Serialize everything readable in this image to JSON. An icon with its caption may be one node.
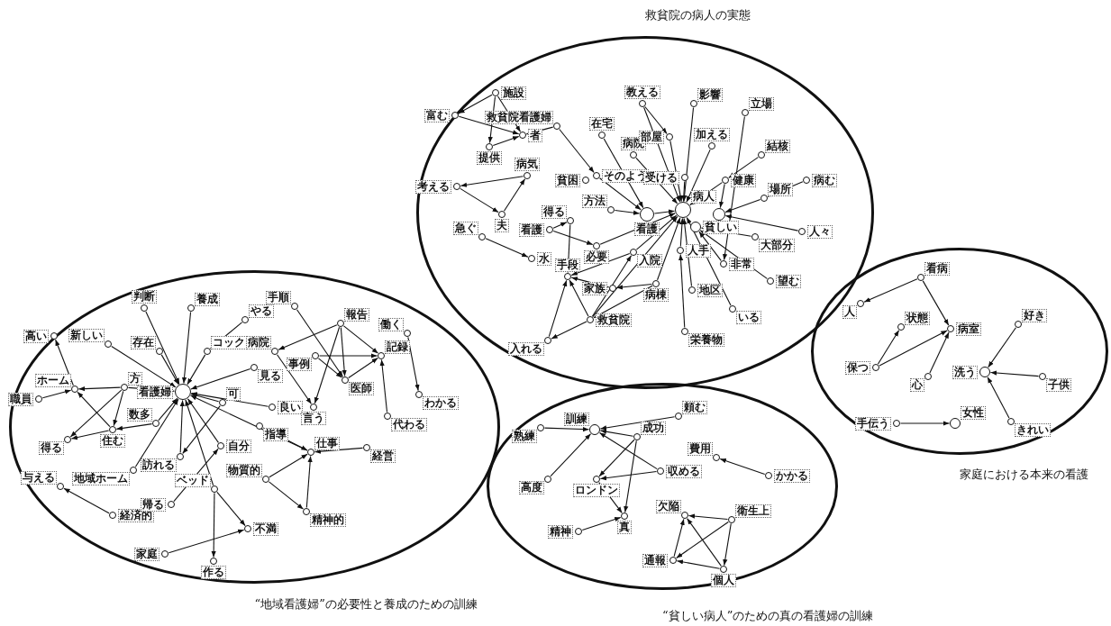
{
  "diagram": {
    "nodes": [
      {
        "text": [
          "救貧院の病人の実態"
        ]
      },
      {
        "text": [
          "“地域看護婦”の必要性と養成のための訓練"
        ]
      },
      {
        "text": [
          "“貧しい病人”のための真の看護婦の訓練"
        ]
      },
      {
        "text": [
          "家庭における本来の看護"
        ]
      },
      {
        "text": [
          "施設"
        ],
        "in": 0
      },
      {
        "text": [
          "富む"
        ],
        "in": 0
      },
      {
        "text": [
          "救貧院看護婦"
        ],
        "in": 0
      },
      {
        "text": [
          "者"
        ],
        "in": 0
      },
      {
        "text": [
          "提供"
        ],
        "in": 0
      },
      {
        "text": [
          "考える"
        ],
        "in": 0
      },
      {
        "text": [
          "病気"
        ],
        "in": 0
      },
      {
        "text": [
          "夫"
        ],
        "in": 0
      },
      {
        "text": [
          "急ぐ"
        ],
        "in": 0
      },
      {
        "text": [
          "水"
        ],
        "in": 0
      },
      {
        "text": [
          "得る"
        ],
        "in": 0
      },
      {
        "text": [
          "看護"
        ],
        "in": 0
      },
      {
        "text": [
          "必要"
        ],
        "in": 0
      },
      {
        "text": [
          "手段"
        ],
        "in": 0
      },
      {
        "text": [
          "入れる"
        ],
        "in": 0
      },
      {
        "text": [
          "救貧院"
        ],
        "in": 0
      },
      {
        "text": [
          "家族"
        ],
        "in": 0
      },
      {
        "text": [
          "病棟"
        ],
        "in": 0
      },
      {
        "text": [
          "入院"
        ],
        "in": 0
      },
      {
        "text": [
          "方法"
        ],
        "in": 0
      },
      {
        "text": [
          "貧困"
        ],
        "in": 0
      },
      {
        "text": [
          "そのよう"
        ],
        "in": 0
      },
      {
        "text": [
          "在宅"
        ],
        "in": 0
      },
      {
        "text": [
          "病院"
        ],
        "in": 0
      },
      {
        "text": [
          "教える"
        ],
        "in": 0
      },
      {
        "text": [
          "看護"
        ],
        "in": 0
      },
      {
        "text": [
          "病人"
        ],
        "in": 0
      },
      {
        "text": [
          "貧しい"
        ],
        "in": 0
      },
      {
        "text": [
          "影響"
        ],
        "in": 0
      },
      {
        "text": [
          "部屋"
        ],
        "in": 0
      },
      {
        "text": [
          "立場"
        ],
        "in": 0
      },
      {
        "text": [
          "加える"
        ],
        "in": 0
      },
      {
        "text": [
          "受ける"
        ],
        "in": 0
      },
      {
        "text": [
          "健康"
        ],
        "in": 0
      },
      {
        "text": [
          "結核"
        ],
        "in": 0
      },
      {
        "text": [
          "病む"
        ],
        "in": 0
      },
      {
        "text": [
          "場所"
        ],
        "in": 0
      },
      {
        "text": [],
        "shape": "circle",
        "in": 0
      },
      {
        "text": [
          "人々"
        ],
        "in": 0
      },
      {
        "text": [
          "大部分"
        ],
        "in": 0
      },
      {
        "text": [
          "非常"
        ],
        "in": 0
      },
      {
        "text": [
          "望む"
        ],
        "in": 0
      },
      {
        "text": [
          "地区"
        ],
        "in": 0
      },
      {
        "text": [
          "いる"
        ],
        "in": 0
      },
      {
        "text": [
          "栄養物"
        ],
        "in": 0
      },
      {
        "text": [
          "人手"
        ],
        "in": 0
      },
      {
        "text": [
          "看護婦"
        ],
        "in": 1
      },
      {
        "text": [
          "判断"
        ],
        "in": 1
      },
      {
        "text": [
          "養成"
        ],
        "in": 1
      },
      {
        "text": [
          "やる"
        ],
        "in": 1
      },
      {
        "text": [
          "手順"
        ],
        "in": 1
      },
      {
        "text": [
          "新しい"
        ],
        "in": 1
      },
      {
        "text": [
          "存在"
        ],
        "in": 1
      },
      {
        "text": [
          "コック"
        ],
        "in": 1
      },
      {
        "text": [
          "高い"
        ],
        "in": 1
      },
      {
        "text": [
          "ホーム"
        ],
        "in": 1
      },
      {
        "text": [
          "職員"
        ],
        "in": 1
      },
      {
        "text": [
          "方"
        ],
        "in": 1
      },
      {
        "text": [
          "得る"
        ],
        "in": 1
      },
      {
        "text": [
          "住む"
        ],
        "in": 1
      },
      {
        "text": [
          "数多"
        ],
        "in": 1
      },
      {
        "text": [
          "地域ホーム"
        ],
        "in": 1
      },
      {
        "text": [
          "訪れる"
        ],
        "in": 1
      },
      {
        "text": [
          "見る"
        ],
        "in": 1
      },
      {
        "text": [
          "可"
        ],
        "in": 1
      },
      {
        "text": [
          "良い"
        ],
        "in": 1
      },
      {
        "text": [
          "指導"
        ],
        "in": 1
      },
      {
        "text": [
          "自分"
        ],
        "in": 1
      },
      {
        "text": [
          "ベッド"
        ],
        "in": 1
      },
      {
        "text": [
          "物質的"
        ],
        "in": 1
      },
      {
        "text": [
          "与える"
        ],
        "in": 1
      },
      {
        "text": [
          "経済的"
        ],
        "in": 1
      },
      {
        "text": [
          "帰る"
        ],
        "in": 1
      },
      {
        "text": [
          "不満"
        ],
        "in": 1
      },
      {
        "text": [
          "家庭"
        ],
        "in": 1
      },
      {
        "text": [
          "作る"
        ],
        "in": 1
      },
      {
        "text": [
          "病院"
        ],
        "in": 1
      },
      {
        "text": [
          "報告"
        ],
        "in": 1
      },
      {
        "text": [
          "事例"
        ],
        "in": 1
      },
      {
        "text": [
          "記録"
        ],
        "in": 1
      },
      {
        "text": [
          "医師"
        ],
        "in": 1
      },
      {
        "text": [
          "言う"
        ],
        "in": 1
      },
      {
        "text": [
          "代わる"
        ],
        "in": 1
      },
      {
        "text": [
          "働く"
        ],
        "in": 1
      },
      {
        "text": [
          "わかる"
        ],
        "in": 1
      },
      {
        "text": [
          "仕事"
        ],
        "in": 1
      },
      {
        "text": [
          "経営"
        ],
        "in": 1
      },
      {
        "text": [
          "精神的"
        ],
        "in": 1
      },
      {
        "text": [
          "訓練"
        ],
        "in": 2
      },
      {
        "text": [
          "熟練"
        ],
        "in": 2
      },
      {
        "text": [
          "成功"
        ],
        "in": 2
      },
      {
        "text": [
          "頼む"
        ],
        "in": 2
      },
      {
        "text": [
          "高度"
        ],
        "in": 2
      },
      {
        "text": [
          "ロンドン"
        ],
        "in": 2
      },
      {
        "text": [
          "収める"
        ],
        "in": 2
      },
      {
        "text": [
          "真"
        ],
        "in": 2
      },
      {
        "text": [
          "精神"
        ],
        "in": 2
      },
      {
        "text": [
          "費用"
        ],
        "in": 2
      },
      {
        "text": [
          "かかる"
        ],
        "in": 2
      },
      {
        "text": [
          "欠陥"
        ],
        "in": 2
      },
      {
        "text": [
          "衛生上"
        ],
        "in": 2
      },
      {
        "text": [
          "通報"
        ],
        "in": 2
      },
      {
        "text": [
          "個人"
        ],
        "in": 2
      },
      {
        "text": [
          "看病"
        ],
        "in": 3
      },
      {
        "text": [
          "人"
        ],
        "in": 3
      },
      {
        "text": [
          "状態"
        ],
        "in": 3
      },
      {
        "text": [
          "病室"
        ],
        "in": 3
      },
      {
        "text": [
          "保つ"
        ],
        "in": 3
      },
      {
        "text": [
          "心"
        ],
        "in": 3
      },
      {
        "text": [
          "好き"
        ],
        "in": 3
      },
      {
        "text": [
          "洗う"
        ],
        "in": 3
      },
      {
        "text": [
          "子供"
        ],
        "in": 3
      },
      {
        "text": [
          "手伝う"
        ],
        "in": 3
      },
      {
        "text": [
          "女性"
        ],
        "in": 3
      },
      {
        "text": [
          "きれい"
        ],
        "in": 3
      }
    ],
    "edges": [
      {
        "from": 4,
        "to": 5,
        "arrow": "to"
      },
      {
        "from": 4,
        "to": 8,
        "arrow": "to"
      },
      {
        "from": 4,
        "to": 7,
        "arrow": "to"
      },
      {
        "from": 5,
        "to": 7,
        "arrow": "to"
      },
      {
        "from": 8,
        "to": 7,
        "arrow": "to"
      },
      {
        "from": 6,
        "to": 7,
        "arrow": "to"
      },
      {
        "from": 10,
        "to": 9,
        "arrow": "to"
      },
      {
        "from": 11,
        "to": 10,
        "arrow": "to"
      },
      {
        "from": 9,
        "to": 11,
        "arrow": "to"
      },
      {
        "from": 12,
        "to": 13,
        "arrow": "to"
      },
      {
        "from": 14,
        "to": 17,
        "arrow": "to"
      },
      {
        "from": 15,
        "to": 16,
        "arrow": "to"
      },
      {
        "from": 15,
        "to": 14,
        "arrow": "to"
      },
      {
        "from": 18,
        "to": 17,
        "arrow": "to"
      },
      {
        "from": 19,
        "to": 17,
        "arrow": "to"
      },
      {
        "from": 19,
        "to": 18,
        "arrow": "to"
      },
      {
        "from": 20,
        "to": 17,
        "arrow": "to"
      },
      {
        "from": 19,
        "to": 22,
        "arrow": "to"
      },
      {
        "from": 21,
        "to": 19,
        "arrow": "to"
      },
      {
        "from": 21,
        "to": 20,
        "arrow": "to"
      },
      {
        "from": 22,
        "to": 17,
        "arrow": "to"
      },
      {
        "from": 6,
        "to": 25,
        "arrow": "to"
      },
      {
        "from": 25,
        "to": 29,
        "arrow": "to"
      },
      {
        "from": 23,
        "to": 29,
        "arrow": "to"
      },
      {
        "from": 26,
        "to": 29,
        "arrow": "to"
      },
      {
        "from": 27,
        "to": 30,
        "arrow": "to"
      },
      {
        "from": 28,
        "to": 33,
        "arrow": "to"
      },
      {
        "from": 28,
        "to": 30,
        "arrow": "to"
      },
      {
        "from": 32,
        "to": 30,
        "arrow": "to"
      },
      {
        "from": 33,
        "to": 30,
        "arrow": "to"
      },
      {
        "from": 34,
        "to": 44,
        "arrow": "to"
      },
      {
        "from": 35,
        "to": 30,
        "arrow": "to"
      },
      {
        "from": 36,
        "to": 30,
        "arrow": "to"
      },
      {
        "from": 37,
        "to": 30,
        "arrow": "to"
      },
      {
        "from": 38,
        "to": 37,
        "arrow": "to"
      },
      {
        "from": 39,
        "to": 40,
        "arrow": "to"
      },
      {
        "from": 40,
        "to": 41,
        "arrow": "to"
      },
      {
        "from": 42,
        "to": 41,
        "arrow": "to"
      },
      {
        "from": 43,
        "to": 31,
        "arrow": "to"
      },
      {
        "from": 44,
        "to": 31,
        "arrow": "to"
      },
      {
        "from": 45,
        "to": 31,
        "arrow": "to"
      },
      {
        "from": 46,
        "to": 30,
        "arrow": "to"
      },
      {
        "from": 47,
        "to": 30,
        "arrow": "to"
      },
      {
        "from": 48,
        "to": 49,
        "arrow": "to"
      },
      {
        "from": 49,
        "to": 30,
        "arrow": "to"
      },
      {
        "from": 29,
        "to": 30,
        "arrow": "to"
      },
      {
        "from": 22,
        "to": 30,
        "arrow": "to"
      },
      {
        "from": 16,
        "to": 30,
        "arrow": "to"
      },
      {
        "from": 21,
        "to": 30,
        "arrow": "to"
      },
      {
        "from": 19,
        "to": 30,
        "arrow": "to"
      },
      {
        "from": 37,
        "to": 41,
        "arrow": "to"
      },
      {
        "from": 51,
        "to": 50,
        "arrow": "to"
      },
      {
        "from": 52,
        "to": 50,
        "arrow": "to"
      },
      {
        "from": 55,
        "to": 50,
        "arrow": "to"
      },
      {
        "from": 56,
        "to": 50,
        "arrow": "to"
      },
      {
        "from": 57,
        "to": 50,
        "arrow": "to"
      },
      {
        "from": 53,
        "to": 57,
        "arrow": "to"
      },
      {
        "from": 67,
        "to": 50,
        "arrow": "to"
      },
      {
        "from": 68,
        "to": 50,
        "arrow": "to"
      },
      {
        "from": 69,
        "to": 50,
        "arrow": "to"
      },
      {
        "from": 70,
        "to": 89,
        "arrow": "to"
      },
      {
        "from": 71,
        "to": 50,
        "arrow": "to"
      },
      {
        "from": 66,
        "to": 50,
        "arrow": "to"
      },
      {
        "from": 65,
        "to": 50,
        "arrow": "to"
      },
      {
        "from": 72,
        "to": 50,
        "arrow": "to"
      },
      {
        "from": 61,
        "to": 50,
        "arrow": "to"
      },
      {
        "from": 64,
        "to": 50,
        "arrow": "to"
      },
      {
        "from": 61,
        "to": 59,
        "arrow": "to"
      },
      {
        "from": 61,
        "to": 63,
        "arrow": "to"
      },
      {
        "from": 61,
        "to": 62,
        "arrow": "to"
      },
      {
        "from": 63,
        "to": 59,
        "arrow": "to"
      },
      {
        "from": 63,
        "to": 62,
        "arrow": "to"
      },
      {
        "from": 64,
        "to": 63,
        "arrow": "to"
      },
      {
        "from": 59,
        "to": 58,
        "arrow": "to"
      },
      {
        "from": 60,
        "to": 59,
        "arrow": "to"
      },
      {
        "from": 75,
        "to": 74,
        "arrow": "to"
      },
      {
        "from": 76,
        "to": 71,
        "arrow": "to"
      },
      {
        "from": 72,
        "to": 77,
        "arrow": "to"
      },
      {
        "from": 72,
        "to": 79,
        "arrow": "to"
      },
      {
        "from": 78,
        "to": 77,
        "arrow": "to"
      },
      {
        "from": 73,
        "to": 89,
        "arrow": "to"
      },
      {
        "from": 73,
        "to": 91,
        "arrow": "to"
      },
      {
        "from": 91,
        "to": 89,
        "arrow": "to"
      },
      {
        "from": 90,
        "to": 89,
        "arrow": "to"
      },
      {
        "from": 68,
        "to": 66,
        "arrow": "to"
      },
      {
        "from": 81,
        "to": 80,
        "arrow": "to"
      },
      {
        "from": 80,
        "to": 85,
        "arrow": "to"
      },
      {
        "from": 81,
        "to": 84,
        "arrow": "to"
      },
      {
        "from": 82,
        "to": 84,
        "arrow": "to"
      },
      {
        "from": 54,
        "to": 84,
        "arrow": "to"
      },
      {
        "from": 81,
        "to": 83,
        "arrow": "to"
      },
      {
        "from": 82,
        "to": 83,
        "arrow": "to"
      },
      {
        "from": 84,
        "to": 83,
        "arrow": "to"
      },
      {
        "from": 86,
        "to": 83,
        "arrow": "to"
      },
      {
        "from": 81,
        "to": 85,
        "arrow": "to"
      },
      {
        "from": 87,
        "to": 88,
        "arrow": "to"
      },
      {
        "from": 89,
        "to": 50,
        "arrow": "to"
      },
      {
        "from": 93,
        "to": 92,
        "arrow": "to"
      },
      {
        "from": 95,
        "to": 92,
        "arrow": "to"
      },
      {
        "from": 94,
        "to": 92,
        "arrow": "to"
      },
      {
        "from": 96,
        "to": 92,
        "arrow": "to"
      },
      {
        "from": 98,
        "to": 92,
        "arrow": "to"
      },
      {
        "from": 94,
        "to": 97,
        "arrow": "to"
      },
      {
        "from": 98,
        "to": 97,
        "arrow": "to"
      },
      {
        "from": 94,
        "to": 99,
        "arrow": "to"
      },
      {
        "from": 97,
        "to": 99,
        "arrow": "to"
      },
      {
        "from": 100,
        "to": 99,
        "arrow": "to"
      },
      {
        "from": 102,
        "to": 101,
        "arrow": "to"
      },
      {
        "from": 104,
        "to": 103,
        "arrow": "to"
      },
      {
        "from": 105,
        "to": 103,
        "arrow": "to"
      },
      {
        "from": 106,
        "to": 103,
        "arrow": "to"
      },
      {
        "from": 104,
        "to": 105,
        "arrow": "to"
      },
      {
        "from": 104,
        "to": 106,
        "arrow": "to"
      },
      {
        "from": 106,
        "to": 105,
        "arrow": "to"
      },
      {
        "from": 107,
        "to": 108,
        "arrow": "to"
      },
      {
        "from": 107,
        "to": 110,
        "arrow": "to"
      },
      {
        "from": 111,
        "to": 109,
        "arrow": "to"
      },
      {
        "from": 111,
        "to": 110,
        "arrow": "to"
      },
      {
        "from": 112,
        "to": 110,
        "arrow": "to"
      },
      {
        "from": 113,
        "to": 114,
        "arrow": "to"
      },
      {
        "from": 115,
        "to": 114,
        "arrow": "to"
      },
      {
        "from": 118,
        "to": 114,
        "arrow": "to"
      },
      {
        "from": 116,
        "to": 117,
        "arrow": "to"
      }
    ]
  }
}
